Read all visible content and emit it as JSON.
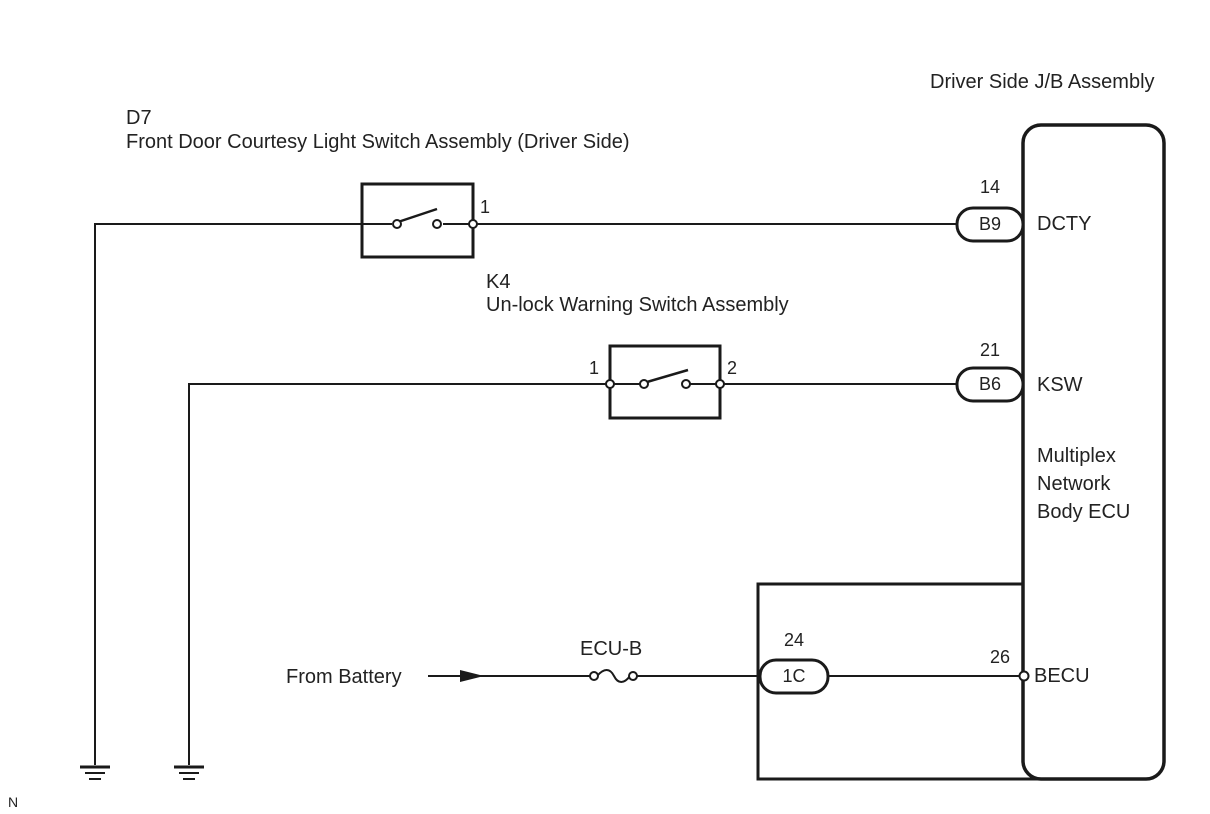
{
  "diagram": {
    "jb": {
      "title": "Driver Side J/B Assembly",
      "ecu_name_lines": [
        "Multiplex",
        "Network",
        "Body ECU"
      ]
    },
    "d7": {
      "code": "D7",
      "name": "Front Door Courtesy Light Switch Assembly (Driver Side)",
      "pin": "1"
    },
    "k4": {
      "code": "K4",
      "name": "Un-lock Warning Switch Assembly",
      "pin_left": "1",
      "pin_right": "2"
    },
    "connectors": [
      {
        "pin": "14",
        "code": "B9",
        "signal": "DCTY"
      },
      {
        "pin": "21",
        "code": "B6",
        "signal": "KSW"
      },
      {
        "pin": "24",
        "code": "1C"
      }
    ],
    "becu": {
      "pin": "26",
      "signal": "BECU"
    },
    "battery": {
      "label": "From Battery",
      "fuse": "ECU-B"
    },
    "corner_mark": "N"
  }
}
